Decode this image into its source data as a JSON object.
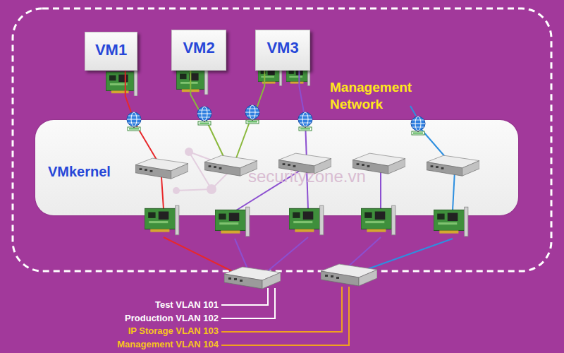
{
  "diagram": {
    "nodes": [
      {
        "text": [
          "VM1"
        ]
      },
      {
        "text": [
          "VM2"
        ]
      },
      {
        "text": [
          "VM3"
        ]
      },
      {
        "text": [
          "VMkernel"
        ]
      }
    ],
    "edges": [
      {
        "from": 0,
        "to": 3,
        "arrow": "none"
      },
      {
        "from": 1,
        "to": 3,
        "arrow": "none"
      },
      {
        "from": 2,
        "to": 3,
        "arrow": "none"
      },
      {
        "from": 2,
        "to": 3,
        "arrow": "none"
      }
    ],
    "labels": [
      "Management Network",
      "securityzone.vn",
      "Test VLAN 101",
      "Production VLAN 102",
      "IP Storage VLAN 103",
      "Management VLAN 104"
    ]
  }
}
